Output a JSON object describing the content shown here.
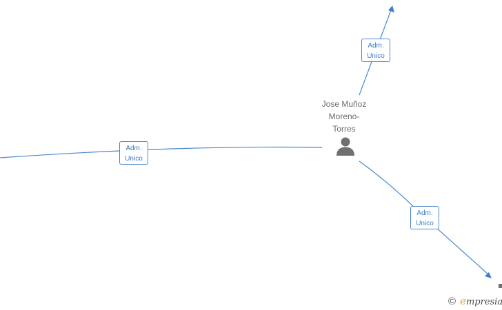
{
  "center_node": {
    "name_lines": [
      "Jose Muñoz",
      "Moreno-",
      "Torres"
    ],
    "icon": "person-icon"
  },
  "edges": [
    {
      "id": "edge-up",
      "label_line1": "Adm.",
      "label_line2": "Unico"
    },
    {
      "id": "edge-left",
      "label_line1": "Adm.",
      "label_line2": "Unico"
    },
    {
      "id": "edge-down-right",
      "label_line1": "Adm.",
      "label_line2": "Unico"
    }
  ],
  "watermark": {
    "copyright": "©",
    "brand_first_letter": "e",
    "brand_rest": "mpresia"
  },
  "colors": {
    "edge": "#4a86cf",
    "label_text": "#3d7cc9",
    "node_name": "#6b6b6b",
    "icon": "#707070",
    "brand_accent": "#f2a32b"
  }
}
